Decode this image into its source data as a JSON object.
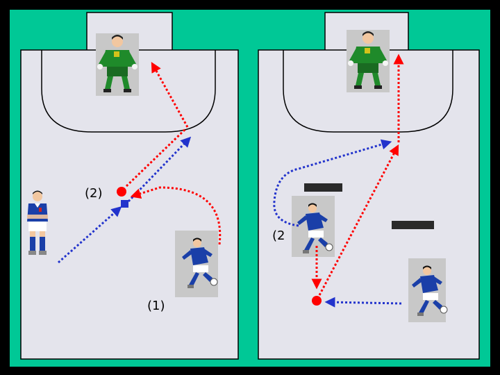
{
  "colors": {
    "frame_outer": "#000000",
    "frame_inner": "#00c896",
    "court": "#e4e4ec",
    "line": "#000000",
    "pass_red": "#ff0000",
    "run_blue": "#2233cc",
    "player_blue": "#1a3fa8",
    "keeper_green": "#1f8a2a",
    "photo_bg": "#c8c8c8",
    "barrier": "#2a2a2a"
  },
  "left_panel": {
    "labels": {
      "label_1": "(1)",
      "label_2": "(2)"
    }
  },
  "right_panel": {
    "labels": {
      "label_2": "(2"
    }
  },
  "icons": [
    "goalkeeper-icon",
    "player-icon",
    "ball-icon",
    "arrow-icon"
  ]
}
